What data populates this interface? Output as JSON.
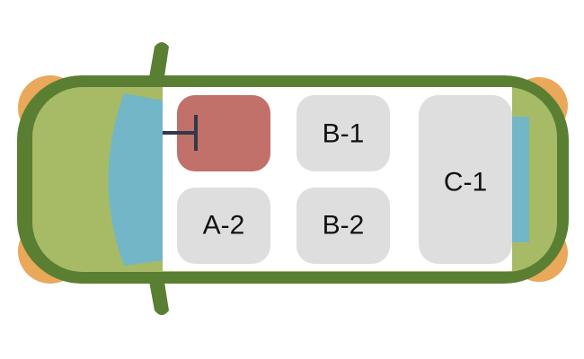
{
  "seats": {
    "driver": {
      "label": "",
      "color": "#c2706a"
    },
    "a2": {
      "label": "A-2"
    },
    "b1": {
      "label": "B-1"
    },
    "b2": {
      "label": "B-2"
    },
    "c1": {
      "label": "C-1"
    }
  },
  "colors": {
    "body": "#5a7f33",
    "roof": "#a7bb66",
    "glass": "#72b6c7",
    "lights": "#e9a85a",
    "cabin": "#ffffff",
    "seat": "#dedede",
    "steering": "#2f3b48"
  }
}
